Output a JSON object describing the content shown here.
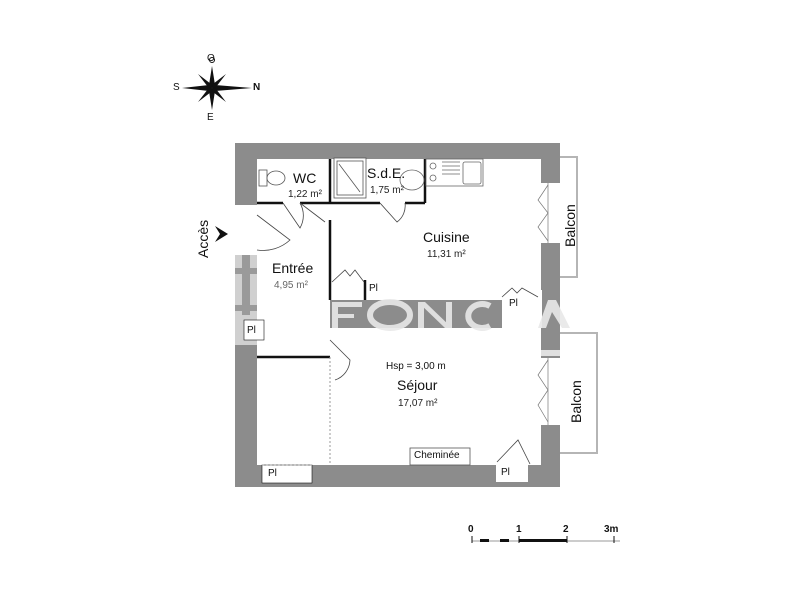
{
  "compass": {
    "north": "N",
    "south": "S",
    "east": "E",
    "west": "O"
  },
  "access": {
    "label": "Accès"
  },
  "rooms": [
    {
      "name": "WC",
      "area": "1,22 m²"
    },
    {
      "name": "S.d.E.",
      "area": "1,75 m²"
    },
    {
      "name": "Cuisine",
      "area": "11,31 m²"
    },
    {
      "name": "Entrée",
      "area": "4,95 m²"
    },
    {
      "name": "Séjour",
      "area": "17,07 m²",
      "ceiling_height": "Hsp = 3,00 m"
    }
  ],
  "balconies": [
    {
      "label": "Balcon"
    },
    {
      "label": "Balcon"
    }
  ],
  "closets": [
    "Pl",
    "Pl",
    "Pl",
    "Pl",
    "Pl"
  ],
  "fireplace": {
    "label": "Cheminée"
  },
  "watermark": {
    "text": "FONCIA"
  },
  "scale_bar": {
    "ticks": [
      "0",
      "1",
      "2",
      "3m"
    ]
  },
  "colors": {
    "wall": "#8c8c8c",
    "wall_light": "#d0d0d0",
    "line": "#111111",
    "balcony": "#b5b5b5"
  }
}
